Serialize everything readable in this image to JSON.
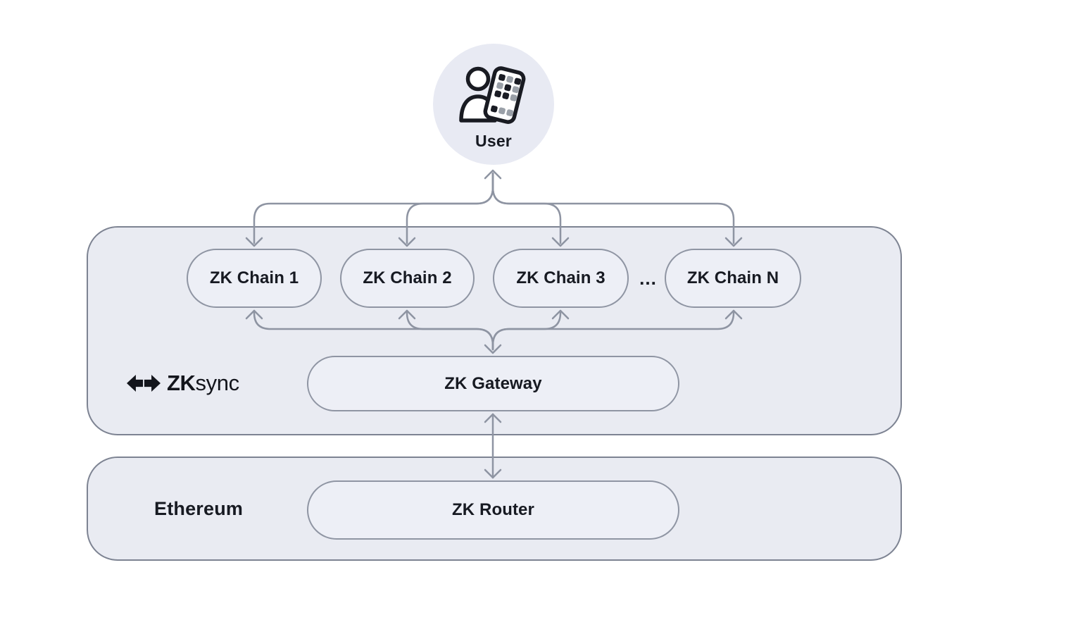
{
  "colors": {
    "page_bg": "#ffffff",
    "group_fill": "#e9ebf2",
    "group_border": "#7d8392",
    "pill_fill": "#edeff6",
    "pill_border": "#8f95a3",
    "connector": "#8e94a2",
    "text": "#171a22",
    "badge_fill": "#e8eaf3"
  },
  "user": {
    "label": "User"
  },
  "zksync": {
    "logo_bold": "ZK",
    "logo_light": "sync",
    "chains": [
      {
        "label": "ZK Chain 1"
      },
      {
        "label": "ZK Chain 2"
      },
      {
        "label": "ZK Chain 3"
      },
      {
        "label": "ZK Chain N"
      }
    ],
    "ellipsis": "...",
    "gateway_label": "ZK Gateway"
  },
  "ethereum": {
    "label": "Ethereum",
    "router_label": "ZK Router"
  }
}
